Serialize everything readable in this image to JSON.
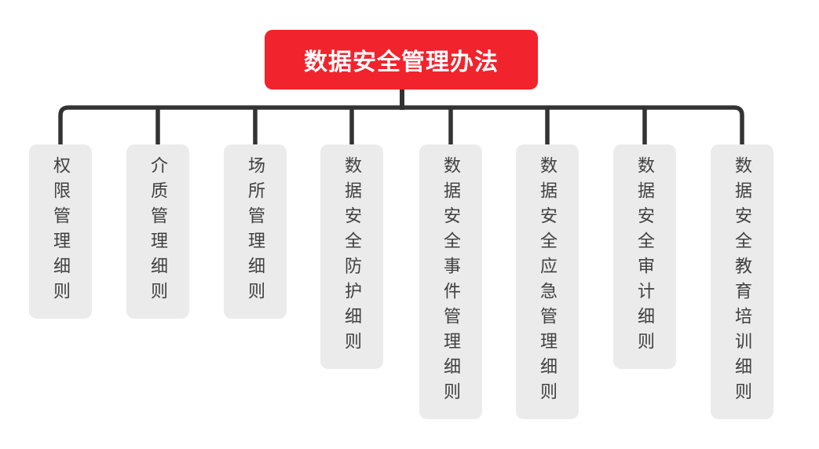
{
  "root": {
    "label": "数据安全管理办法"
  },
  "children": [
    {
      "label": "权限管理细则"
    },
    {
      "label": "介质管理细则"
    },
    {
      "label": "场所管理细则"
    },
    {
      "label": "数据安全防护细则"
    },
    {
      "label": "数据安全事件管理细则"
    },
    {
      "label": "数据安全应急管理细则"
    },
    {
      "label": "数据安全审计细则"
    },
    {
      "label": "数据安全教育培训细则"
    }
  ],
  "colors": {
    "root_bg": "#f1232d",
    "root_text": "#ffffff",
    "child_bg": "#ebebeb",
    "child_text": "#404040",
    "connector": "#333333",
    "canvas_bg": "#ffffff"
  }
}
